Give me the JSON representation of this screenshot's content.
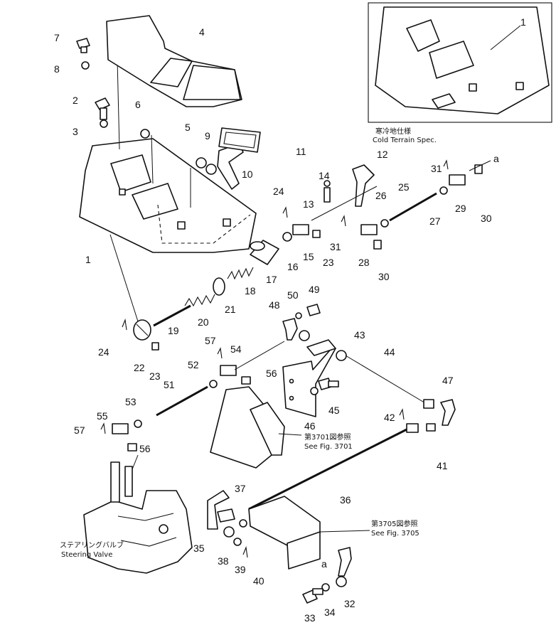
{
  "inset": {
    "note_jp": "寒冷地仕様",
    "note_en": "Cold Terrain Spec."
  },
  "notes": {
    "fig3701_jp": "第3701図参照",
    "fig3701_en": "See Fig. 3701",
    "fig3705_jp": "第3705図参照",
    "fig3705_en": "See Fig. 3705",
    "steering_jp": "ステアリングバルブ",
    "steering_en": "Steering Valve",
    "link_a": "a"
  },
  "callouts": [
    "1",
    "2",
    "3",
    "4",
    "5",
    "6",
    "7",
    "8",
    "9",
    "10",
    "11",
    "12",
    "13",
    "14",
    "15",
    "16",
    "17",
    "18",
    "19",
    "20",
    "21",
    "22",
    "23",
    "24",
    "25",
    "26",
    "27",
    "28",
    "29",
    "30",
    "31",
    "32",
    "33",
    "34",
    "35",
    "36",
    "37",
    "38",
    "39",
    "40",
    "41",
    "42",
    "43",
    "44",
    "45",
    "46",
    "47",
    "48",
    "49",
    "50",
    "51",
    "52",
    "53",
    "54",
    "55",
    "56",
    "57"
  ],
  "colors": {
    "line": "#111111",
    "paper": "#ffffff"
  }
}
